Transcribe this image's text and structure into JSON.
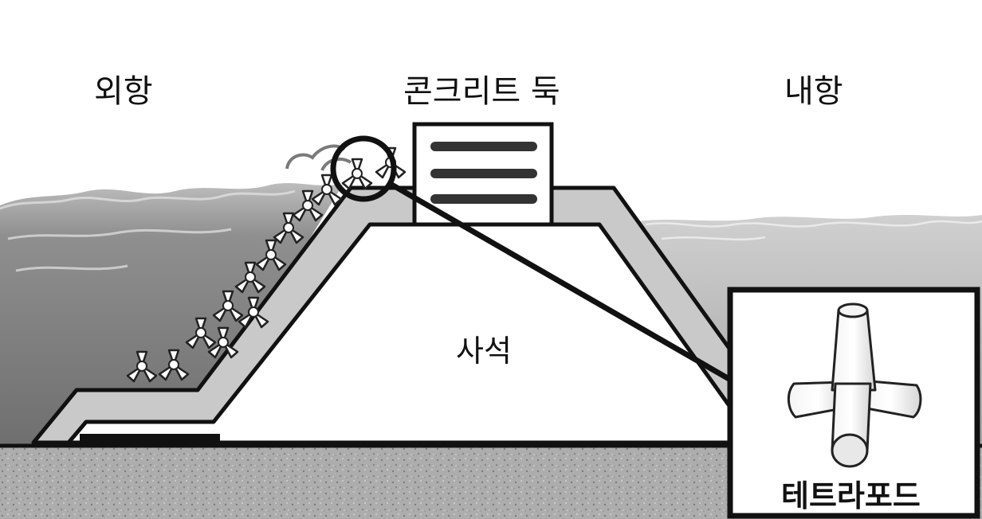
{
  "labels": {
    "outer_harbor": "외항",
    "concrete_wall": "콘크리트 둑",
    "inner_harbor": "내항",
    "core": "사석",
    "tetrapod": "테트라포드"
  },
  "colors": {
    "outline": "#111111",
    "armor_layer": "#c9c9c9",
    "core_fill": "#ffffff",
    "seabed": "#a7a7a7",
    "outer_sea": "#8e8e8e",
    "inner_sea": "#b9b9b9"
  }
}
